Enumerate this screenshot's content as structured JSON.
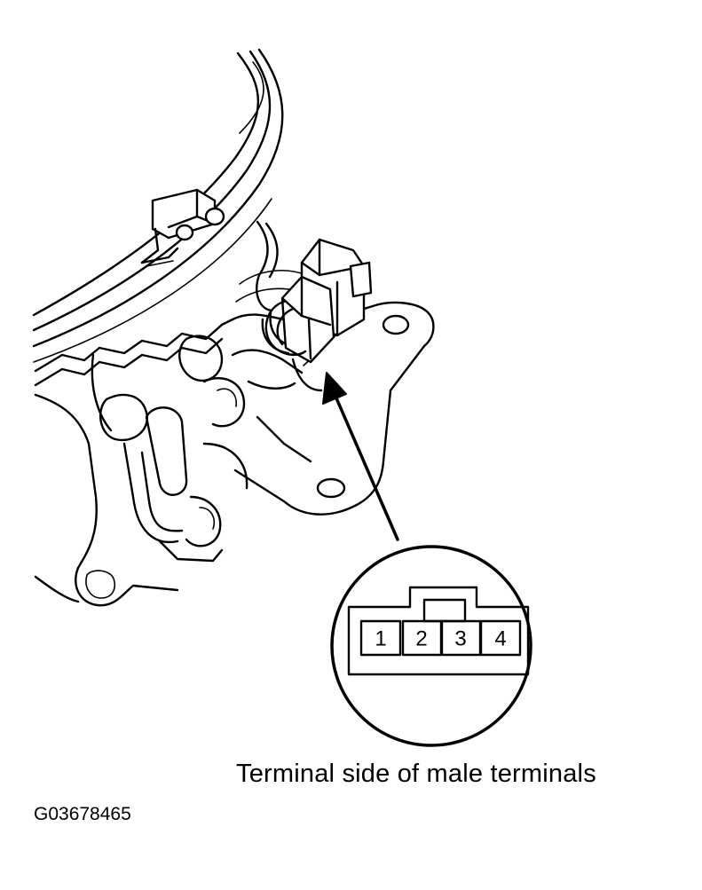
{
  "diagram": {
    "caption": "Terminal side of male terminals",
    "figure_id": "G03678465",
    "connector": {
      "terminals": [
        {
          "label": "1"
        },
        {
          "label": "2"
        },
        {
          "label": "3"
        },
        {
          "label": "4"
        }
      ]
    }
  }
}
